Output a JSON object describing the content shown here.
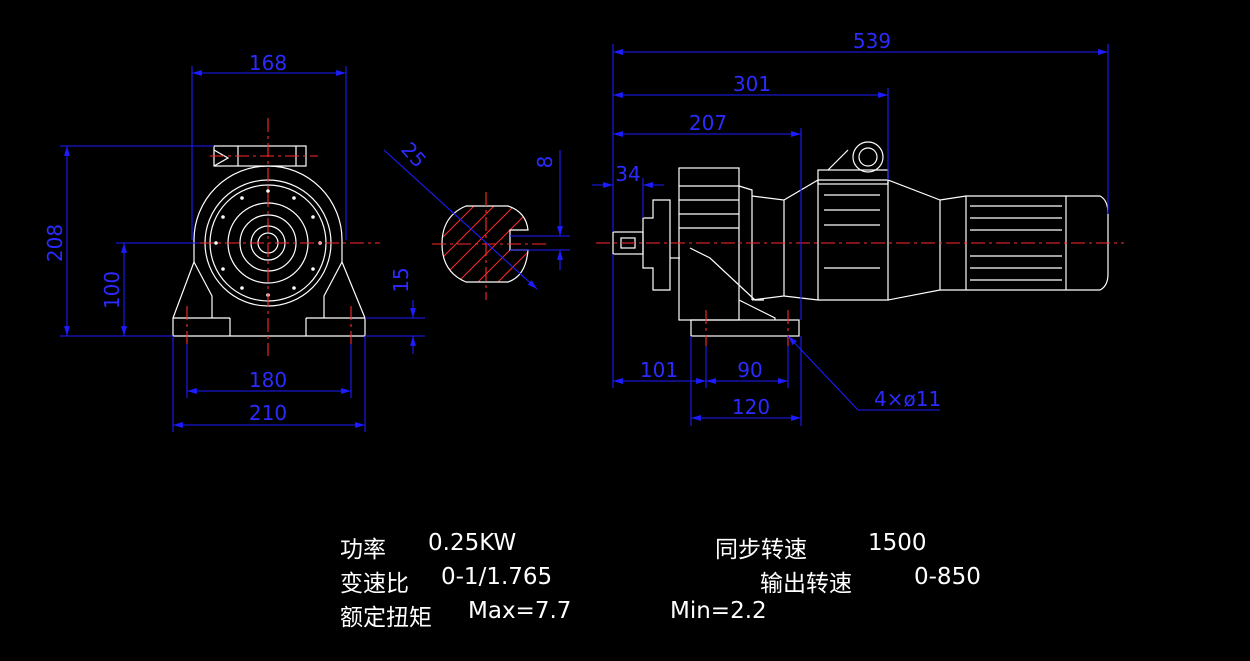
{
  "front_view": {
    "width_top": "168",
    "height_total": "208",
    "height_center": "100",
    "foot_thickness": "15",
    "bolt_spacing": "180",
    "base_width": "210"
  },
  "shaft_section": {
    "keyway_width": "8",
    "shaft_diameter": "25"
  },
  "side_view": {
    "overall_length": "539",
    "length_to_motor": "301",
    "length_to_housing": "207",
    "shaft_extension": "34",
    "base_offset": "101",
    "bolt_spacing": "90",
    "base_length": "120",
    "bolt_holes": "4×ø11"
  },
  "specs": {
    "power_label": "功率",
    "power_value": "0.25KW",
    "sync_speed_label": "同步转速",
    "sync_speed_value": "1500",
    "ratio_label": "变速比",
    "ratio_value": "0-1/1.765",
    "output_speed_label": "输出转速",
    "output_speed_value": "0-850",
    "torque_label": "额定扭矩",
    "torque_max": "Max=7.7",
    "torque_min": "Min=2.2"
  },
  "colors": {
    "background": "#000000",
    "outline": "#ffffff",
    "dimension": "#1c1cff",
    "centerline": "#ff2a2a"
  }
}
